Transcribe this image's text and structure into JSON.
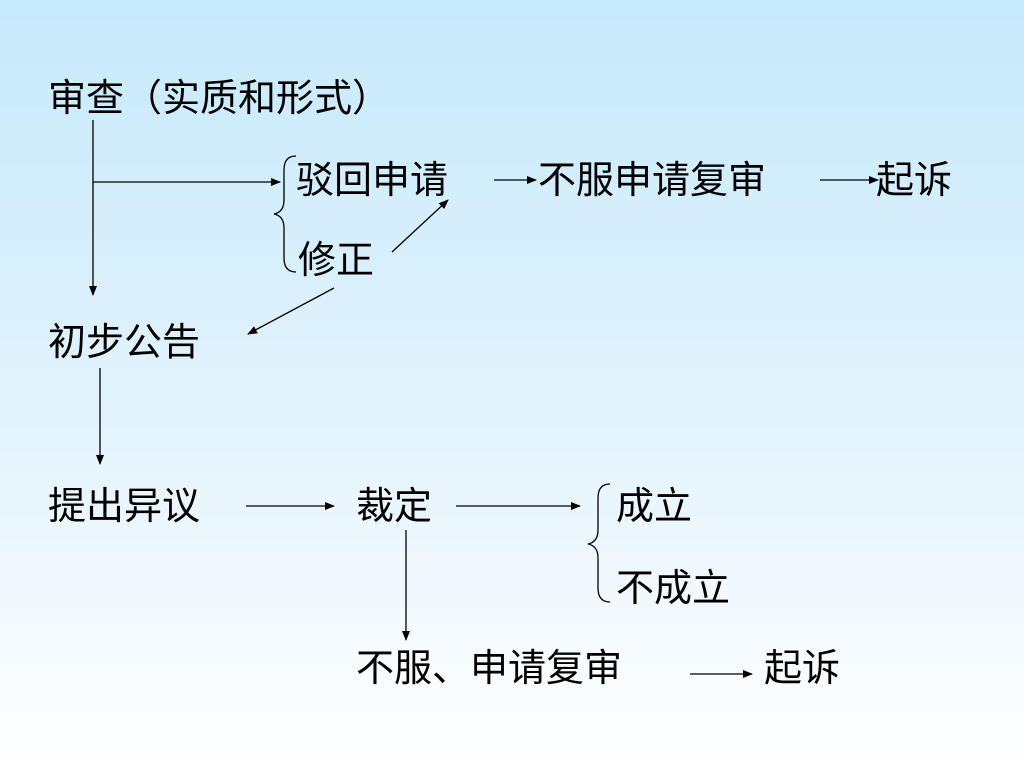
{
  "nodes": {
    "examination": "审查（实质和形式）",
    "reject": "驳回申请",
    "reject_appeal": "不服申请复审",
    "reject_sue": "起诉",
    "amend": "修正",
    "prelim_announce": "初步公告",
    "objection": "提出异议",
    "ruling": "裁定",
    "established": "成立",
    "not_established": "不成立",
    "ruling_appeal": "不服、申请复审",
    "ruling_sue": "起诉"
  }
}
